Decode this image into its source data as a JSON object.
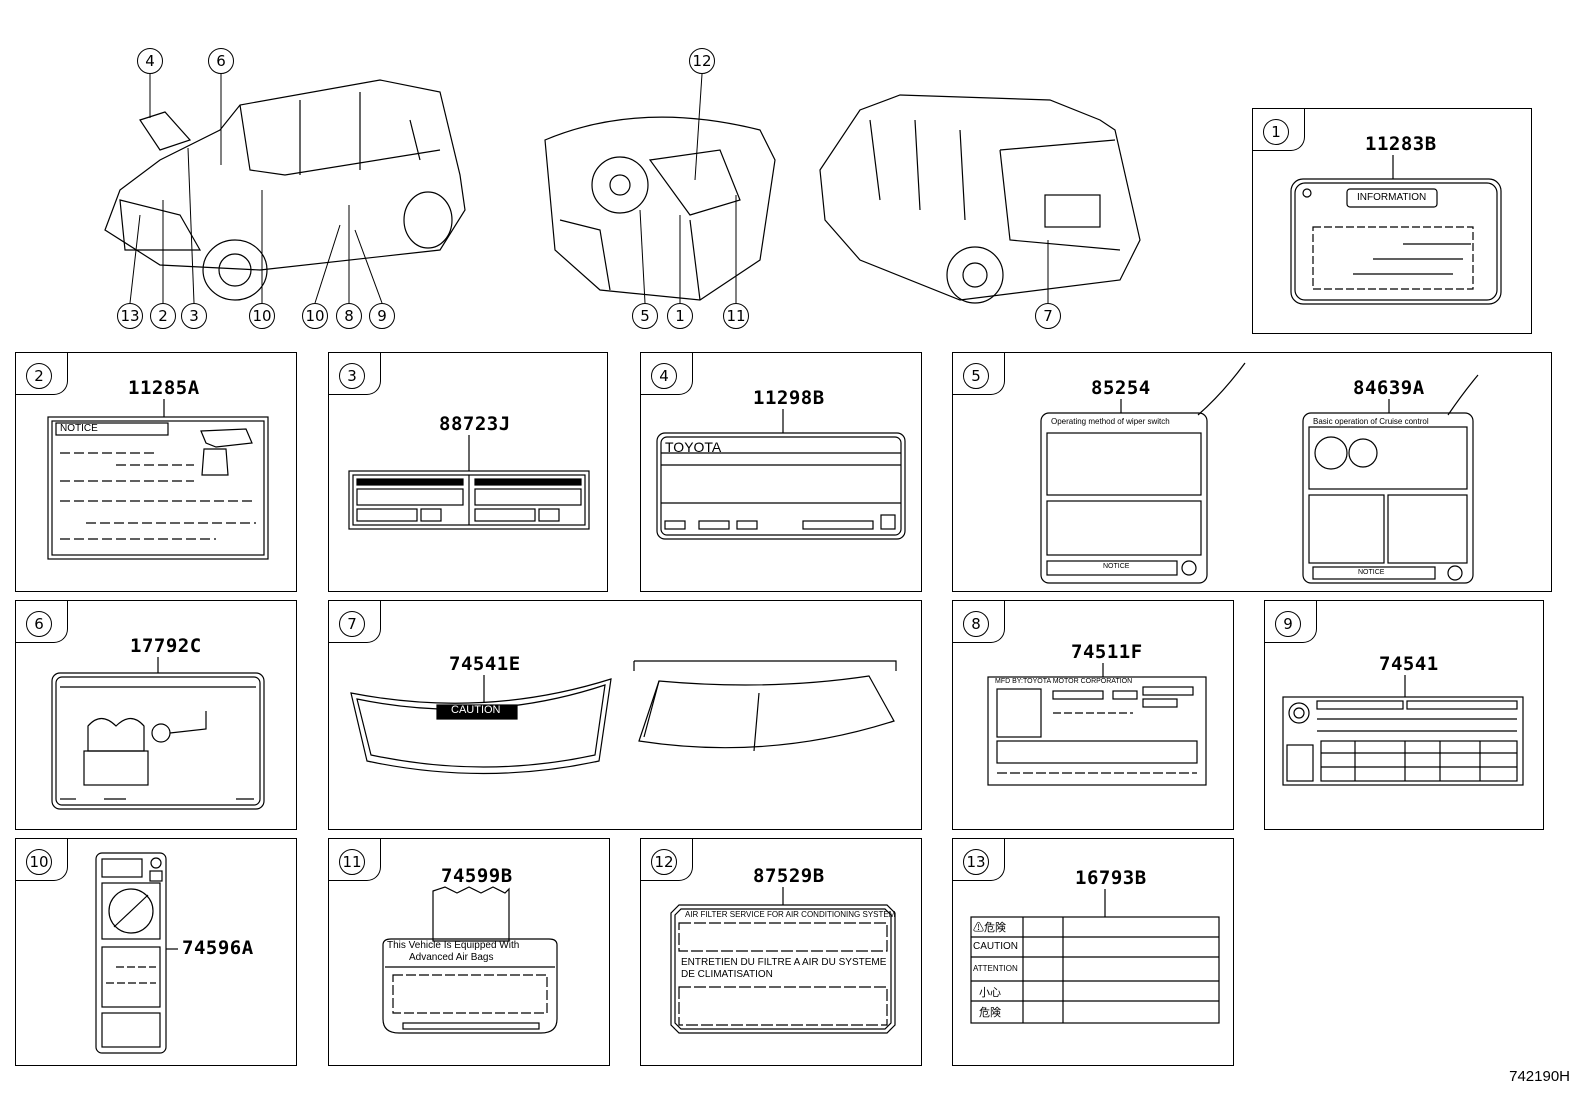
{
  "diagram_id": "742190H",
  "callouts": [
    "1",
    "2",
    "3",
    "4",
    "5",
    "6",
    "7",
    "8",
    "9",
    "10",
    "11",
    "12",
    "13"
  ],
  "panels": {
    "p1": {
      "num": "1",
      "parts": [
        "11283B"
      ],
      "texts": {
        "info": "INFORMATION"
      }
    },
    "p2": {
      "num": "2",
      "parts": [
        "11285A"
      ],
      "texts": {
        "notice": "NOTICE"
      }
    },
    "p3": {
      "num": "3",
      "parts": [
        "88723J"
      ]
    },
    "p4": {
      "num": "4",
      "parts": [
        "11298B"
      ],
      "texts": {
        "brand": "TOYOTA"
      }
    },
    "p5": {
      "num": "5",
      "parts": [
        "85254",
        "84639A"
      ],
      "texts": {
        "a": "Operating method of wiper switch",
        "b": "Basic operation of Cruise control",
        "c": "NOTICE",
        "d": "NOTICE"
      }
    },
    "p6": {
      "num": "6",
      "parts": [
        "17792C"
      ]
    },
    "p7": {
      "num": "7",
      "parts": [
        "74541E"
      ],
      "texts": {
        "caution": "CAUTION"
      }
    },
    "p8": {
      "num": "8",
      "parts": [
        "74511F"
      ],
      "texts": {
        "mfd": "MFD BY:TOYOTA MOTOR CORPORATION"
      }
    },
    "p9": {
      "num": "9",
      "parts": [
        "74541"
      ]
    },
    "p10": {
      "num": "10",
      "parts": [
        "74596A"
      ]
    },
    "p11": {
      "num": "11",
      "parts": [
        "74599B"
      ],
      "texts": {
        "l1": "This Vehicle Is Equipped With",
        "l2": "Advanced  Air  Bags"
      }
    },
    "p12": {
      "num": "12",
      "parts": [
        "87529B"
      ],
      "texts": {
        "l1": "AIR FILTER SERVICE FOR AIR CONDITIONING SYSTEM",
        "l2": "ENTRETIEN DU FILTRE A AIR DU SYSTEME",
        "l3": "DE CLIMATISATION"
      }
    },
    "p13": {
      "num": "13",
      "parts": [
        "16793B"
      ],
      "texts": {
        "r1": "⚠危険",
        "r2": "CAUTION",
        "r3": "ATTENTION",
        "r4": "小心",
        "r5": "危険"
      }
    }
  }
}
